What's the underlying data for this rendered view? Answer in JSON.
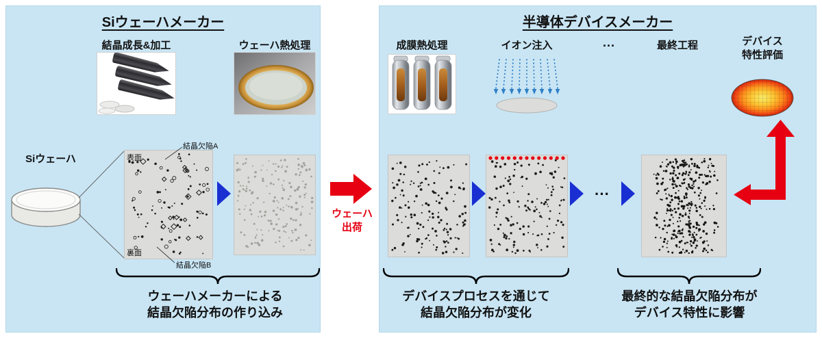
{
  "left_panel": {
    "title": "Siウェーハメーカー",
    "step1": "結晶成長&加工",
    "step2": "ウェーハ熱処理",
    "wafer_label": "Siウェーハ",
    "front_label": "表面",
    "back_label": "裏面",
    "defect_a_label": "結晶欠陥A",
    "defect_b_label": "結晶欠陥B",
    "caption1": "ウェーハメーカーによる",
    "caption2": "結晶欠陥分布の作り込み"
  },
  "shipment": {
    "line1": "ウェーハ",
    "line2": "出荷"
  },
  "right_panel": {
    "title": "半導体デバイスメーカー",
    "step1": "成膜熱処理",
    "step2": "イオン注入",
    "ellipsis_top": "···",
    "step3": "最終工程",
    "step4_line1": "デバイス",
    "step4_line2": "特性評価",
    "ellipsis_mid": "···",
    "caption_left1": "デバイスプロセスを通じて",
    "caption_left2": "結晶欠陥分布が変化",
    "caption_right1": "最終的な結晶欠陥分布が",
    "caption_right2": "デバイス特性に影響"
  },
  "colors": {
    "panel_bg": "#c9e5f4",
    "blue_arrow": "#1a2fd2",
    "red": "#e60012",
    "map_bg": "#dcdcda"
  },
  "defect_maps": {
    "map1": {
      "dots": 70,
      "rings": 18,
      "diamonds": 14,
      "dot_color": "#1c1c1c",
      "seed": 11
    },
    "map2": {
      "dots": 175,
      "rings": 0,
      "diamonds": 0,
      "dot_color": "#a3a29d",
      "seed": 22
    },
    "map3": {
      "dots": 150,
      "rings": 0,
      "diamonds": 0,
      "dot_color": "#1c1c1c",
      "seed": 33
    },
    "map4": {
      "dots": 150,
      "rings": 0,
      "diamonds": 0,
      "dot_color": "#1c1c1c",
      "seed": 44,
      "red_dots": 13
    },
    "map5": {
      "dots": 340,
      "rings": 0,
      "diamonds": 0,
      "dot_color": "#141414",
      "seed": 55,
      "cluster": true
    }
  }
}
